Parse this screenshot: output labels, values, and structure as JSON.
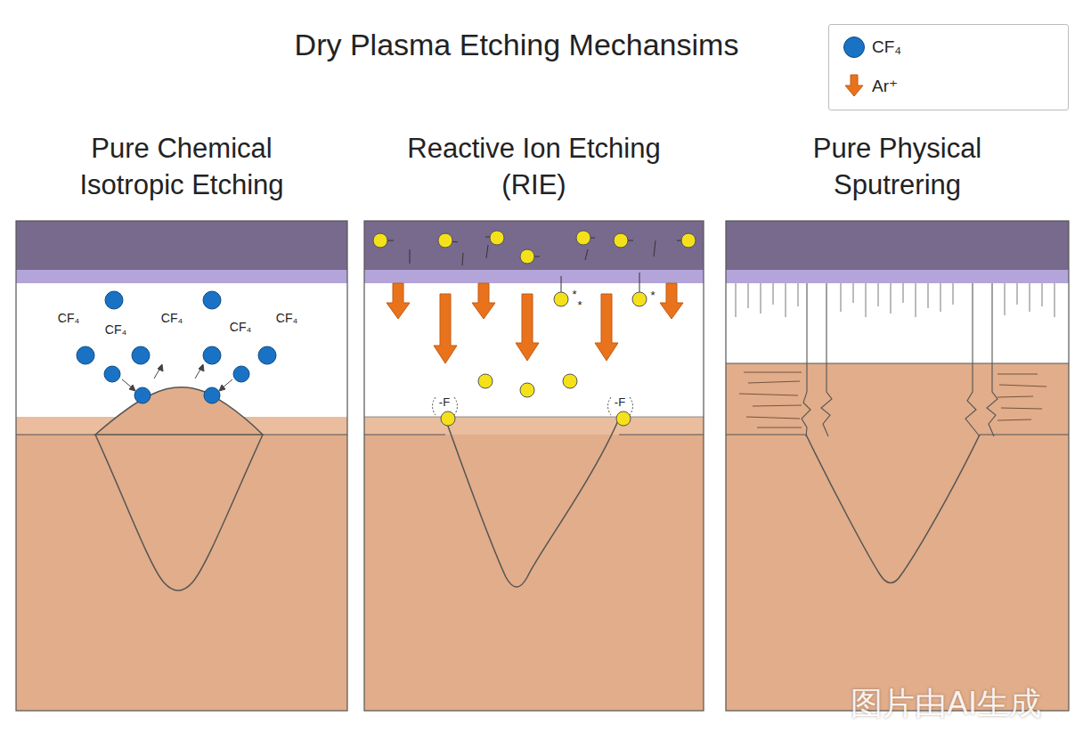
{
  "diagram": {
    "title": "Dry Plasma Etching Mechansims",
    "nodes": [
      {
        "text": [
          "Pure Chemical Isotropic Etching"
        ]
      },
      {
        "text": [
          "Reactive Ion Etching (RIE)"
        ]
      },
      {
        "text": [
          "Pure Physical Sputrering"
        ]
      }
    ],
    "labels": [
      "CF₄",
      "CF₄",
      "CF₄",
      "CF₄",
      "CF₄",
      "*",
      "*",
      "*",
      "-F",
      "-F",
      "图片由AI生成"
    ],
    "legend": [
      {
        "text": "CF₄",
        "color": "#1a72c4"
      },
      {
        "text": "Ar⁺"
      }
    ]
  }
}
